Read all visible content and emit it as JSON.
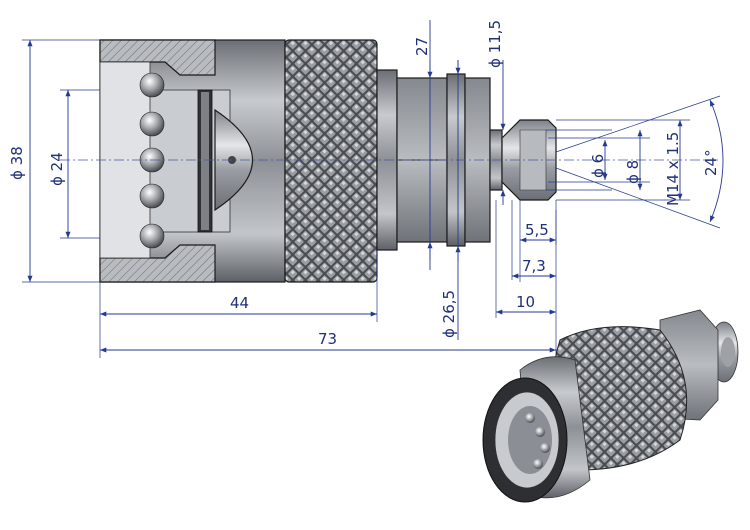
{
  "drawing": {
    "dimensions": {
      "dia_38": "ϕ 38",
      "dia_24": "ϕ 24",
      "len_44": "44",
      "len_73": "73",
      "len_27": "27",
      "dia_11_5": "ϕ 11,5",
      "dia_26_5": "ϕ 26,5",
      "dia_6": "ϕ 6",
      "dia_8": "ϕ 8",
      "thread": "M14 x 1.5",
      "angle": "24°",
      "len_5_5": "5,5",
      "len_7_3": "7,3",
      "len_10": "10"
    },
    "colors": {
      "dimension_line": "#243a8f",
      "steel_light": "#d9dce0",
      "steel_dark": "#5a5e64",
      "knurl_dark": "#2b2d31"
    }
  }
}
